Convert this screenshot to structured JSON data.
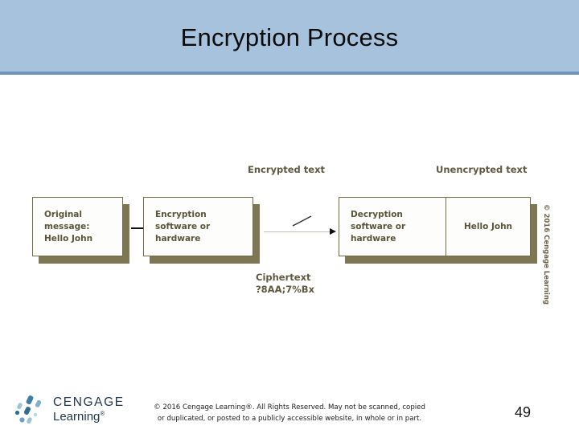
{
  "slide": {
    "title": "Encryption Process",
    "page_number": "49",
    "header_color": "#a6c2dc",
    "header_rule_color": "#6d93b8",
    "box_shadow_color": "#7d7853",
    "box_text_color": "#59543a"
  },
  "diagram": {
    "type": "flow",
    "boxes": [
      {
        "id": "original-message",
        "label": "Original\nmessage:\nHello John",
        "align": "left"
      },
      {
        "id": "encryption-engine",
        "label": "Encryption\nsoftware or\nhardware",
        "align": "left"
      },
      {
        "id": "decryption-engine",
        "label": "Decryption\nsoftware or\nhardware",
        "align": "left"
      },
      {
        "id": "decrypted-message",
        "label": "Hello John",
        "align": "center"
      }
    ],
    "labels": [
      {
        "id": "encrypted-text",
        "text": "Encrypted text"
      },
      {
        "id": "unencrypted-text",
        "text": "Unencrypted text"
      },
      {
        "id": "ciphertext",
        "text": "Ciphertext\n?8AA;7%Bx"
      }
    ],
    "vertical_credit": "© 2016 Cengage Learning"
  },
  "footer": {
    "credit_line_1": "© 2016 Cengage Learning®. All Rights Reserved. May not be scanned, copied",
    "credit_line_2": "or duplicated, or posted to a publicly accessible website, in whole or in part.",
    "logo_word": "CENGAGE",
    "logo_sub": "Learning"
  }
}
